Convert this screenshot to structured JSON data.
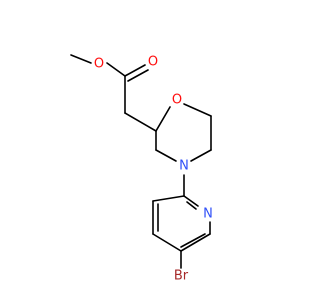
{
  "molecule": {
    "atoms": {
      "ester_O": {
        "label": "O",
        "color": "#ff0d0d"
      },
      "carbonyl_O": {
        "label": "O",
        "color": "#ff0d0d"
      },
      "ring_O": {
        "label": "O",
        "color": "#ff0d0d"
      },
      "ring_N": {
        "label": "N",
        "color": "#3050f8"
      },
      "pyridine_N": {
        "label": "N",
        "color": "#3050f8"
      },
      "bromine": {
        "label": "Br",
        "color": "#a62929"
      }
    }
  }
}
